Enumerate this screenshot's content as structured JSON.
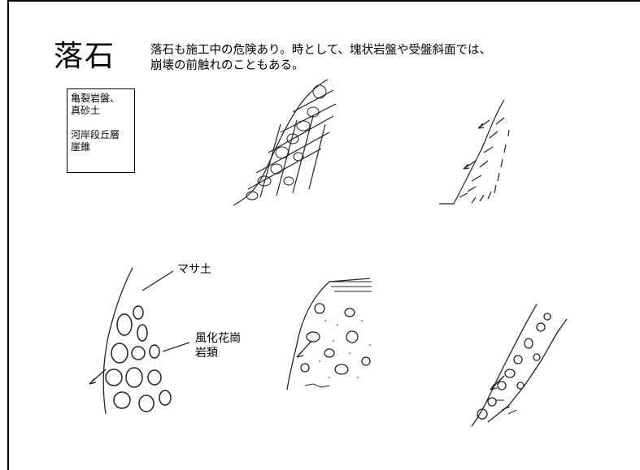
{
  "slide": {
    "title": "落石",
    "description_lines": [
      "落石も施工中の危険あり。時として、塊状岩盤や受盤斜面では、",
      "崩壊の前触れのこともある。"
    ]
  },
  "note_box": {
    "line1": "亀裂岩盤、",
    "line2": "真砂土",
    "line3": "河岸段丘層",
    "line4": "崖錐"
  },
  "figure_labels": {
    "masa_soil": "マサ土",
    "weathered_granite_line1": "風化花崗",
    "weathered_granite_line2": "岩類"
  },
  "icons": [
    "falling-rock-arrow-icon"
  ]
}
